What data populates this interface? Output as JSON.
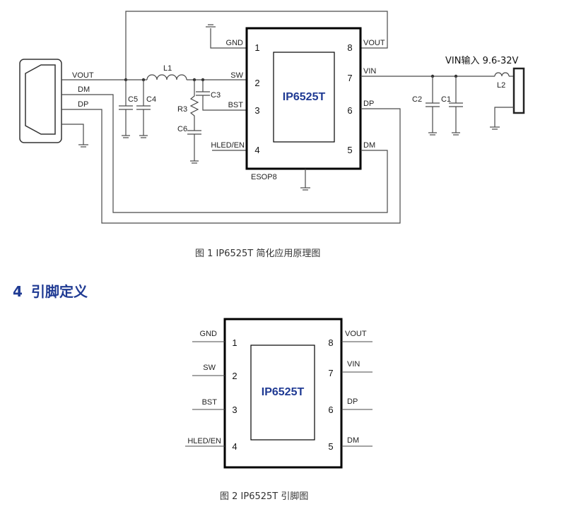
{
  "figure1": {
    "chip_name": "IP6525T",
    "package": "ESOP8",
    "pins": {
      "p1": {
        "name": "GND",
        "num": "1"
      },
      "p2": {
        "name": "SW",
        "num": "2"
      },
      "p3": {
        "name": "BST",
        "num": "3"
      },
      "p4": {
        "name": "HLED/EN",
        "num": "4"
      },
      "p5": {
        "name": "DM",
        "num": "5"
      },
      "p6": {
        "name": "DP",
        "num": "6"
      },
      "p7": {
        "name": "VIN",
        "num": "7"
      },
      "p8": {
        "name": "VOUT",
        "num": "8"
      }
    },
    "usb_labels": {
      "vout": "VOUT",
      "dm": "DM",
      "dp": "DP"
    },
    "components": {
      "l1": "L1",
      "l2": "L2",
      "r3": "R3",
      "c1": "C1",
      "c2": "C2",
      "c3": "C3",
      "c4": "C4",
      "c5": "C5",
      "c6": "C6"
    },
    "vin_label": "VIN输入 9.6-32V",
    "caption": "图 1   IP6525T 简化应用原理图"
  },
  "section": {
    "number": "4",
    "title": "引脚定义"
  },
  "figure2": {
    "chip_name": "IP6525T",
    "pins": {
      "p1": {
        "name": "GND",
        "num": "1"
      },
      "p2": {
        "name": "SW",
        "num": "2"
      },
      "p3": {
        "name": "BST",
        "num": "3"
      },
      "p4": {
        "name": "HLED/EN",
        "num": "4"
      },
      "p5": {
        "name": "DM",
        "num": "5"
      },
      "p6": {
        "name": "DP",
        "num": "6"
      },
      "p7": {
        "name": "VIN",
        "num": "7"
      },
      "p8": {
        "name": "VOUT",
        "num": "8"
      }
    },
    "caption": "图 2   IP6525T 引脚图"
  },
  "colors": {
    "accent": "#1f3a93",
    "wire": "#4a4a4a",
    "text": "#111111"
  }
}
